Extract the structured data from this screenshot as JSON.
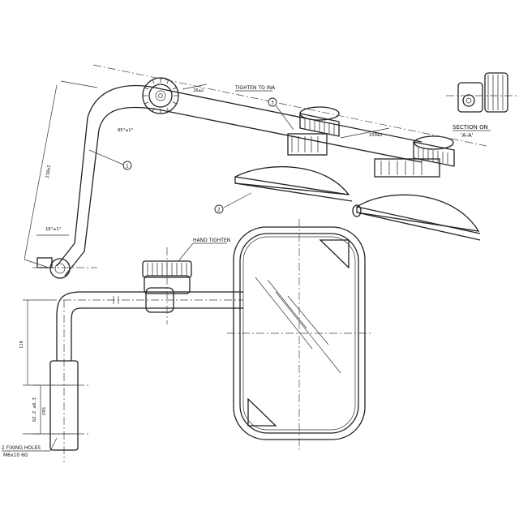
{
  "labels": {
    "tighten": "TIGHTEN TO INA",
    "hand_tighten": "HAND TIGHTEN",
    "section_title": "SECTION ON",
    "section_sub": "'A-A'",
    "fixing_holes_1": "2 FIXING HOLES",
    "fixing_holes_2": "M6x10 6G"
  },
  "dimensions": {
    "angle_upper": "85°±1°",
    "angle_lower": "18°±1°",
    "arm_length": "210±2",
    "clamp_offset": "26±2",
    "mirror_offset": "150±2",
    "height_1": "118",
    "height_2": "62.2 ±0.3",
    "height_2_sub": "CRS"
  },
  "balloons": [
    "1",
    "2",
    "3"
  ]
}
